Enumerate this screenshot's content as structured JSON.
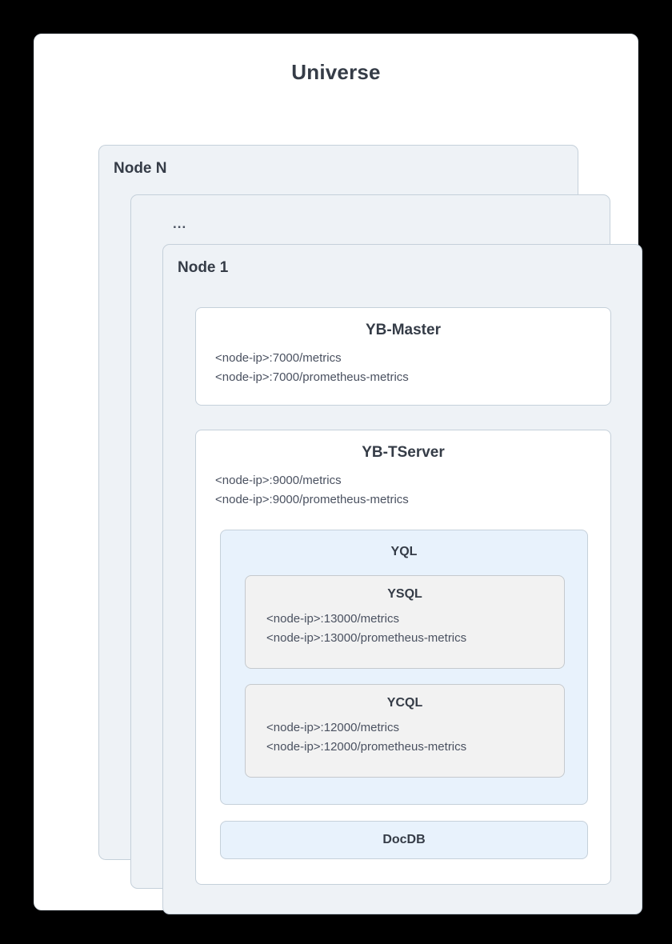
{
  "universe": {
    "title": "Universe",
    "nodes": [
      {
        "label": "Node N"
      },
      {
        "label": "..."
      },
      {
        "label": "Node 1"
      }
    ]
  },
  "services": {
    "master": {
      "title": "YB-Master",
      "endpoints": [
        "<node-ip>:7000/metrics",
        "<node-ip>:7000/prometheus-metrics"
      ]
    },
    "tserver": {
      "title": "YB-TServer",
      "endpoints": [
        "<node-ip>:9000/metrics",
        "<node-ip>:9000/prometheus-metrics"
      ]
    },
    "yql": {
      "title": "YQL",
      "ysql": {
        "title": "YSQL",
        "endpoints": [
          "<node-ip>:13000/metrics",
          "<node-ip>:13000/prometheus-metrics"
        ]
      },
      "ycql": {
        "title": "YCQL",
        "endpoints": [
          "<node-ip>:12000/metrics",
          "<node-ip>:12000/prometheus-metrics"
        ]
      }
    },
    "docdb": {
      "title": "DocDB"
    }
  },
  "colors": {
    "page_background": "#000000",
    "panel_background": "#ffffff",
    "node_background": "#eef2f6",
    "node_border": "#c5d0da",
    "service_background": "#ffffff",
    "yql_background": "#e8f2fc",
    "sub_card_background": "#f2f2f2",
    "sub_card_border": "#c5c9cd",
    "docdb_background": "#e8f2fc",
    "heading_text": "#353c47",
    "body_text": "#4a5160"
  }
}
